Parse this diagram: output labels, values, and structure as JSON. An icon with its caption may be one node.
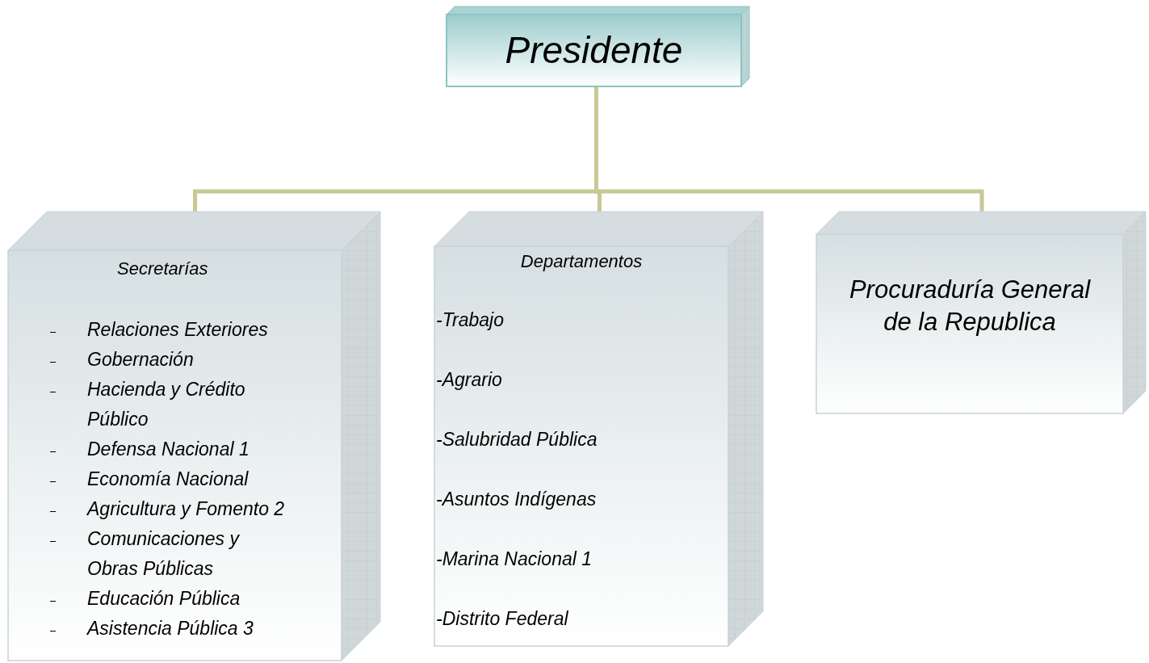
{
  "diagram": {
    "nodes": [
      {
        "text": [
          "Presidente"
        ]
      },
      {
        "text": [
          "Secretarías",
          "Relaciones Exteriores",
          "Gobernación",
          "Hacienda y Crédito Público",
          "Defensa Nacional 1",
          "Economía Nacional",
          "Agricultura y Fomento 2",
          "Comunicaciones y Obras Públicas",
          "Educación Pública",
          "Asistencia Pública 3"
        ]
      },
      {
        "text": [
          "Departamentos",
          "-Trabajo",
          "-Agrario",
          "-Salubridad Pública",
          "-Asuntos Indígenas",
          "-Marina Nacional 1",
          "-Distrito Federal"
        ]
      },
      {
        "text": [
          "Procuraduría General de la Republica"
        ]
      }
    ],
    "edges": [
      {
        "from": 0,
        "to": 1,
        "arrow": "none"
      },
      {
        "from": 0,
        "to": 2,
        "arrow": "none"
      },
      {
        "from": 0,
        "to": 3,
        "arrow": "none"
      }
    ]
  }
}
